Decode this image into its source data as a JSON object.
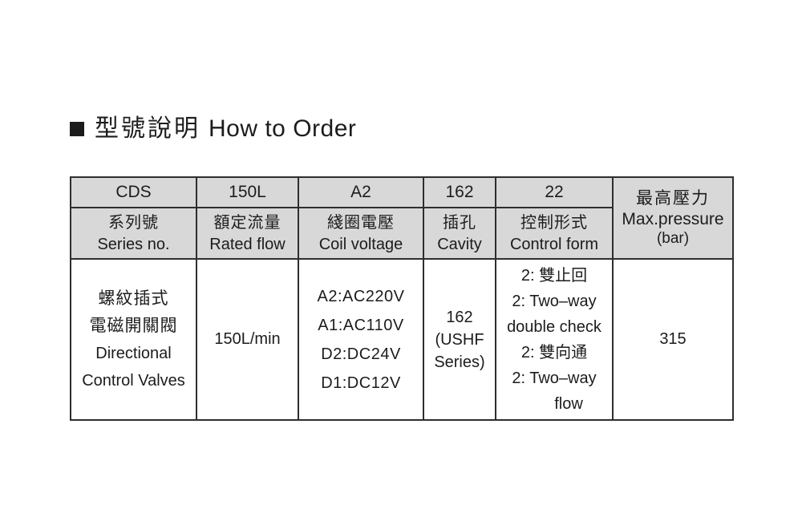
{
  "page": {
    "title": {
      "zh": "型號說明",
      "en": "How to Order"
    }
  },
  "colors": {
    "header_bg": "#d8d8d8",
    "border": "#2e2e2e",
    "text": "#1c1c1c",
    "page_bg": "#ffffff"
  },
  "table": {
    "codes": {
      "series": "CDS",
      "flow": "150L",
      "voltage": "A2",
      "cavity": "162",
      "control": "22"
    },
    "headers": {
      "series": {
        "zh": "系列號",
        "en": "Series no."
      },
      "flow": {
        "zh": "額定流量",
        "en": "Rated flow"
      },
      "voltage": {
        "zh": "綫圈電壓",
        "en": "Coil voltage"
      },
      "cavity": {
        "zh": "插孔",
        "en": "Cavity"
      },
      "control": {
        "zh": "控制形式",
        "en": "Control form"
      },
      "pressure": {
        "zh": "最高壓力",
        "en": "Max.pressure",
        "unit": "(bar)"
      }
    },
    "body": {
      "series_lines": [
        "螺紋插式",
        "電磁開關閥",
        "Directional",
        "Control Valves"
      ],
      "rated_flow": "150L/min",
      "voltage_lines": [
        "A2:AC220V",
        "A1:AC110V",
        "D2:DC24V",
        "D1:DC12V"
      ],
      "cavity_lines": [
        "162",
        "(USHF",
        "Series)"
      ],
      "control_lines": [
        "2: 雙止回",
        "2: Two–way",
        "double check",
        "2: 雙向通",
        "2: Two–way",
        "flow"
      ],
      "max_pressure": "315"
    }
  }
}
